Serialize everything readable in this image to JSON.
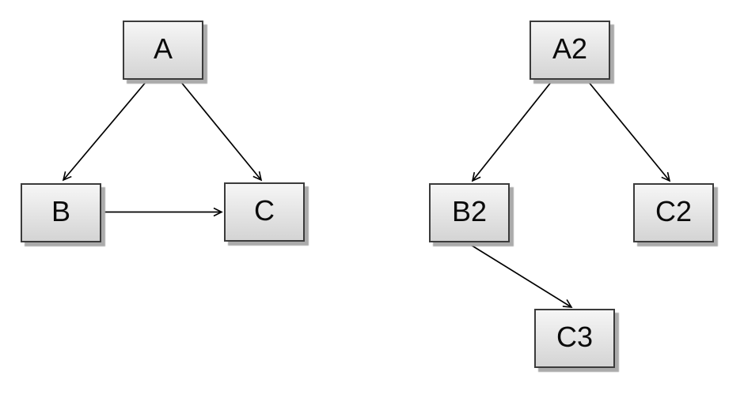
{
  "styles": {
    "node_fill_top": "#f6f6f6",
    "node_fill_bottom": "#d4d4d4",
    "node_border": "#3b3b3b",
    "node_shadow": "#ababab",
    "edge_color": "#000000",
    "label_color": "#0a0a0a",
    "canvas_bg": "#ffffff"
  },
  "diagrams": [
    {
      "name": "left-graph",
      "nodes": [
        {
          "id": "A",
          "label": "A"
        },
        {
          "id": "B",
          "label": "B"
        },
        {
          "id": "C",
          "label": "C"
        }
      ],
      "edges": [
        {
          "from": "A",
          "to": "B"
        },
        {
          "from": "A",
          "to": "C"
        },
        {
          "from": "B",
          "to": "C"
        }
      ]
    },
    {
      "name": "right-graph",
      "nodes": [
        {
          "id": "A2",
          "label": "A2"
        },
        {
          "id": "B2",
          "label": "B2"
        },
        {
          "id": "C2",
          "label": "C2"
        },
        {
          "id": "C3",
          "label": "C3"
        }
      ],
      "edges": [
        {
          "from": "A2",
          "to": "B2"
        },
        {
          "from": "A2",
          "to": "C2"
        },
        {
          "from": "B2",
          "to": "C3"
        }
      ]
    }
  ]
}
